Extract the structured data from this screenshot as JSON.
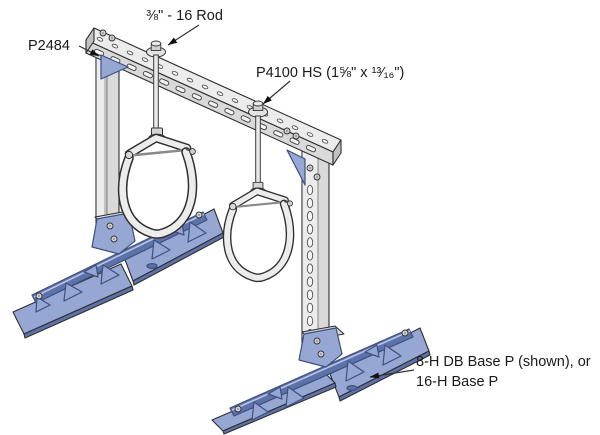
{
  "figure": {
    "labels": {
      "rod": "⅜\" - 16 Rod",
      "upright": "P2484",
      "channel": "P4100 HS (1⅝\" x ¹³⁄₁₆\")",
      "base_line1": "8-H DB Base P (shown), or",
      "base_line2": "16-H Base P"
    },
    "colors": {
      "metal_light": "#ececec",
      "metal_mid": "#d9d9d9",
      "metal_dark": "#c2c2c2",
      "blue": "#96a7d4",
      "blue_dark": "#5c72a8",
      "blue_deep": "#3e5080",
      "outline": "#2f2f2f",
      "text": "#1a1a1a",
      "leader": "#333333",
      "background": "#ffffff"
    }
  }
}
